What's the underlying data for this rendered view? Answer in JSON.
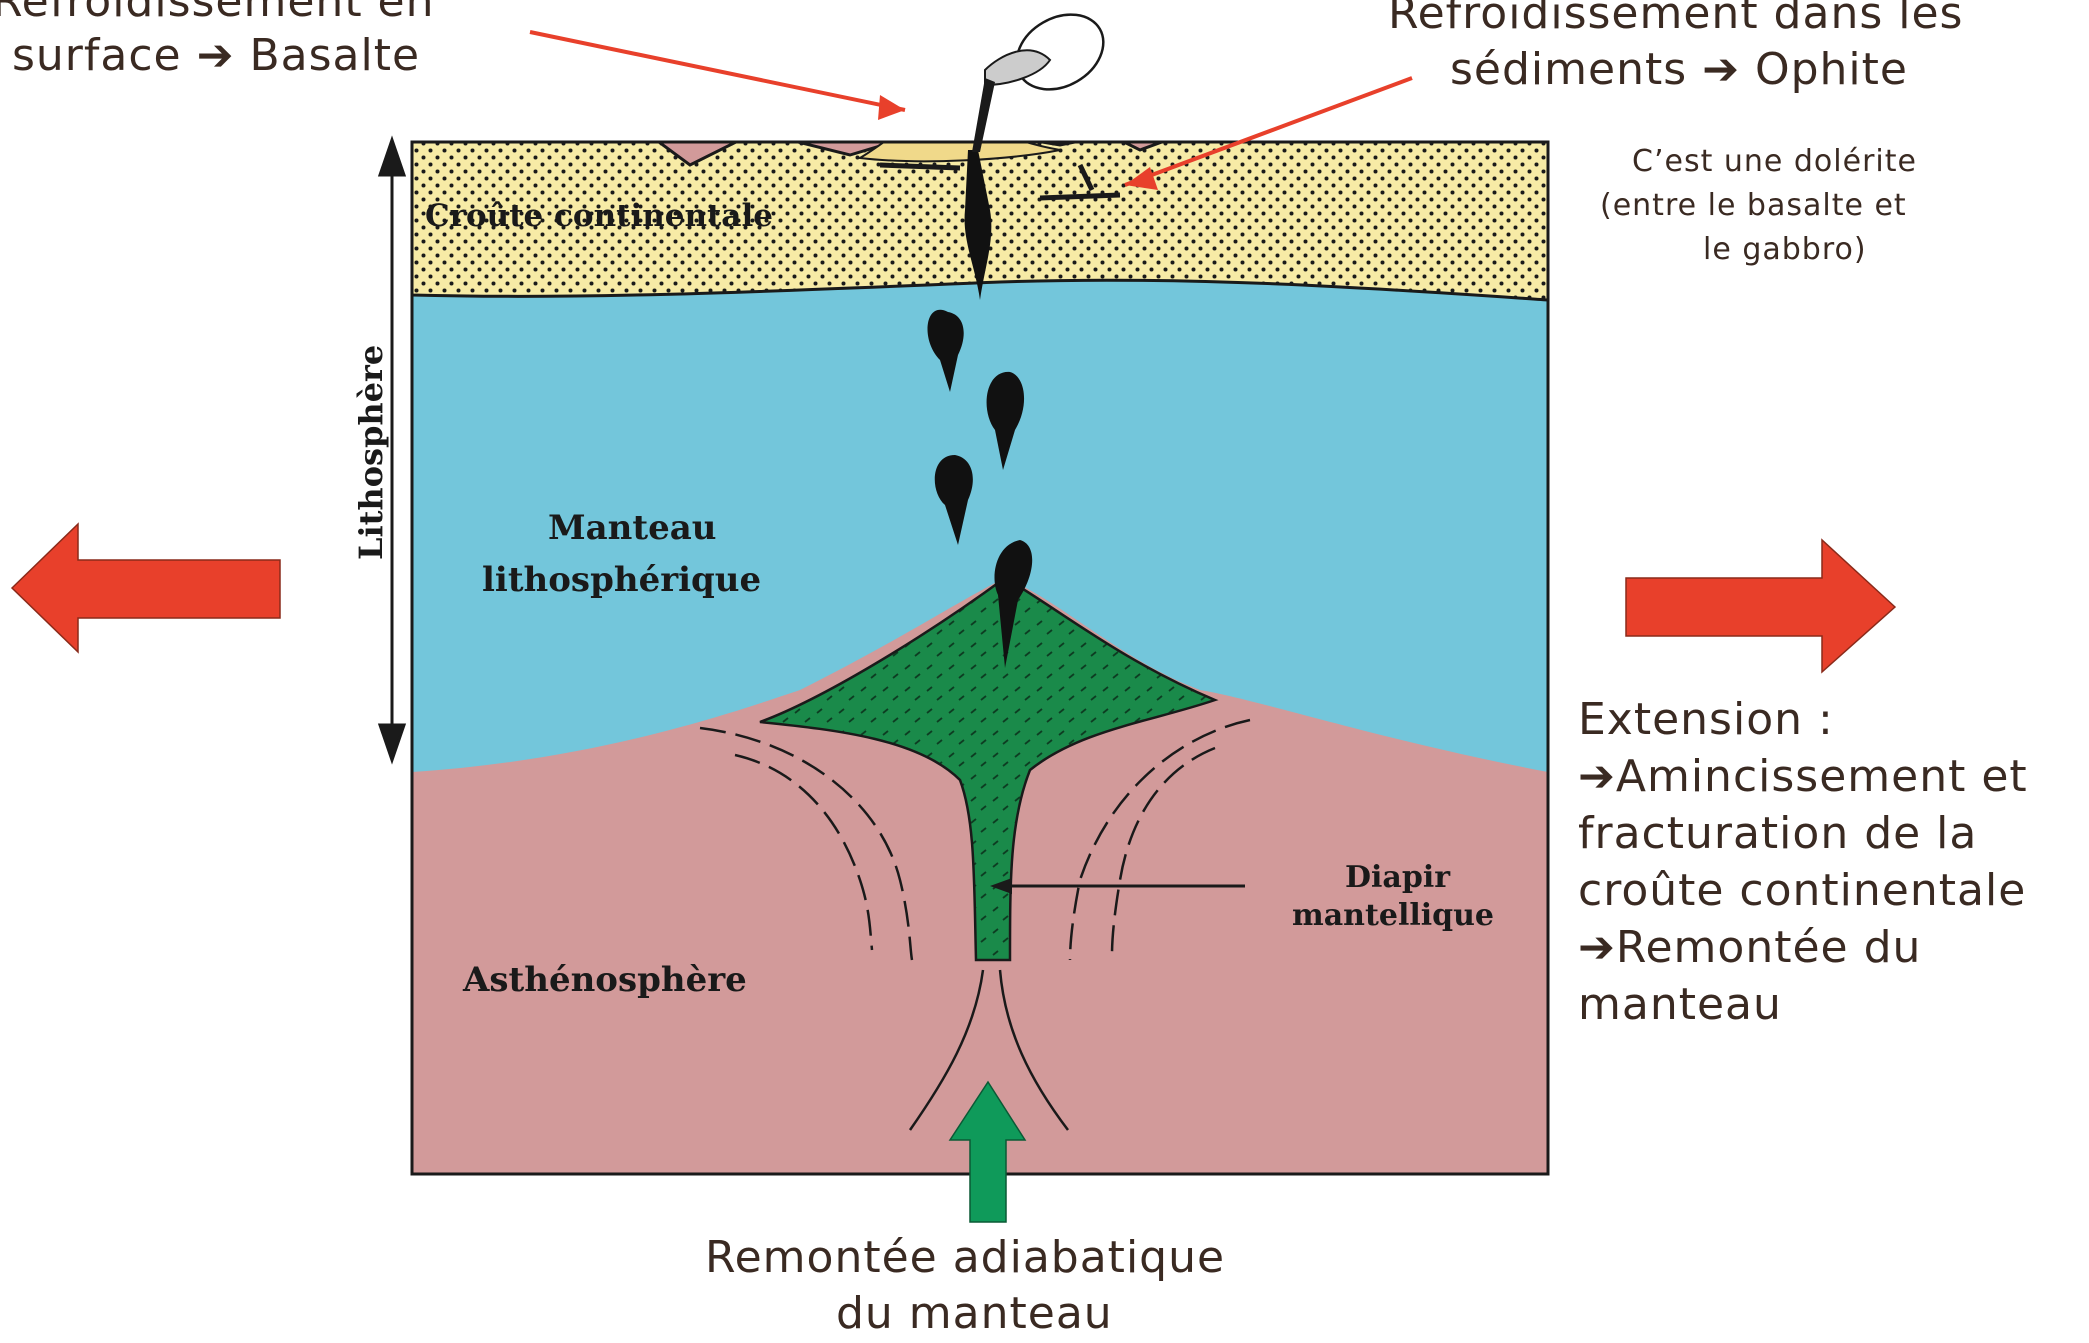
{
  "captions": {
    "basalte_line1": "Refroidissement en",
    "basalte_line2": "surface ➔ Basalte",
    "ophite_line1": "Refroidissement dans les",
    "ophite_line2": "sédiments ➔ Ophite",
    "dolerite_line1": "C’est une dolérite",
    "dolerite_line2": "(entre le basalte et",
    "dolerite_line3": "le gabbro)",
    "extension_line1": "Extension :",
    "extension_line2": "➔Amincissement et",
    "extension_line3": "fracturation de la",
    "extension_line4": "croûte continentale",
    "extension_line5": "➔Remontée du",
    "extension_line6": "manteau",
    "adiabatique_line1": "Remontée adiabatique",
    "adiabatique_line2": "du manteau"
  },
  "layers": {
    "croute": "Croûte continentale",
    "manteau_line1": "Manteau",
    "manteau_line2": "lithosphérique",
    "asthenosphere": "Asthénosphère",
    "lithosphere": "Lithosphère",
    "diapir_line1": "Diapir",
    "diapir_line2": "mantellique"
  },
  "colors": {
    "croute": "#f7eba6",
    "manteau": "#73c6db",
    "asthenosphere": "#d29a9a",
    "diapir": "#1a8a4a",
    "red_arrow": "#e8402b",
    "green_arrow": "#0f9a5a",
    "text": "#3a2a22"
  }
}
